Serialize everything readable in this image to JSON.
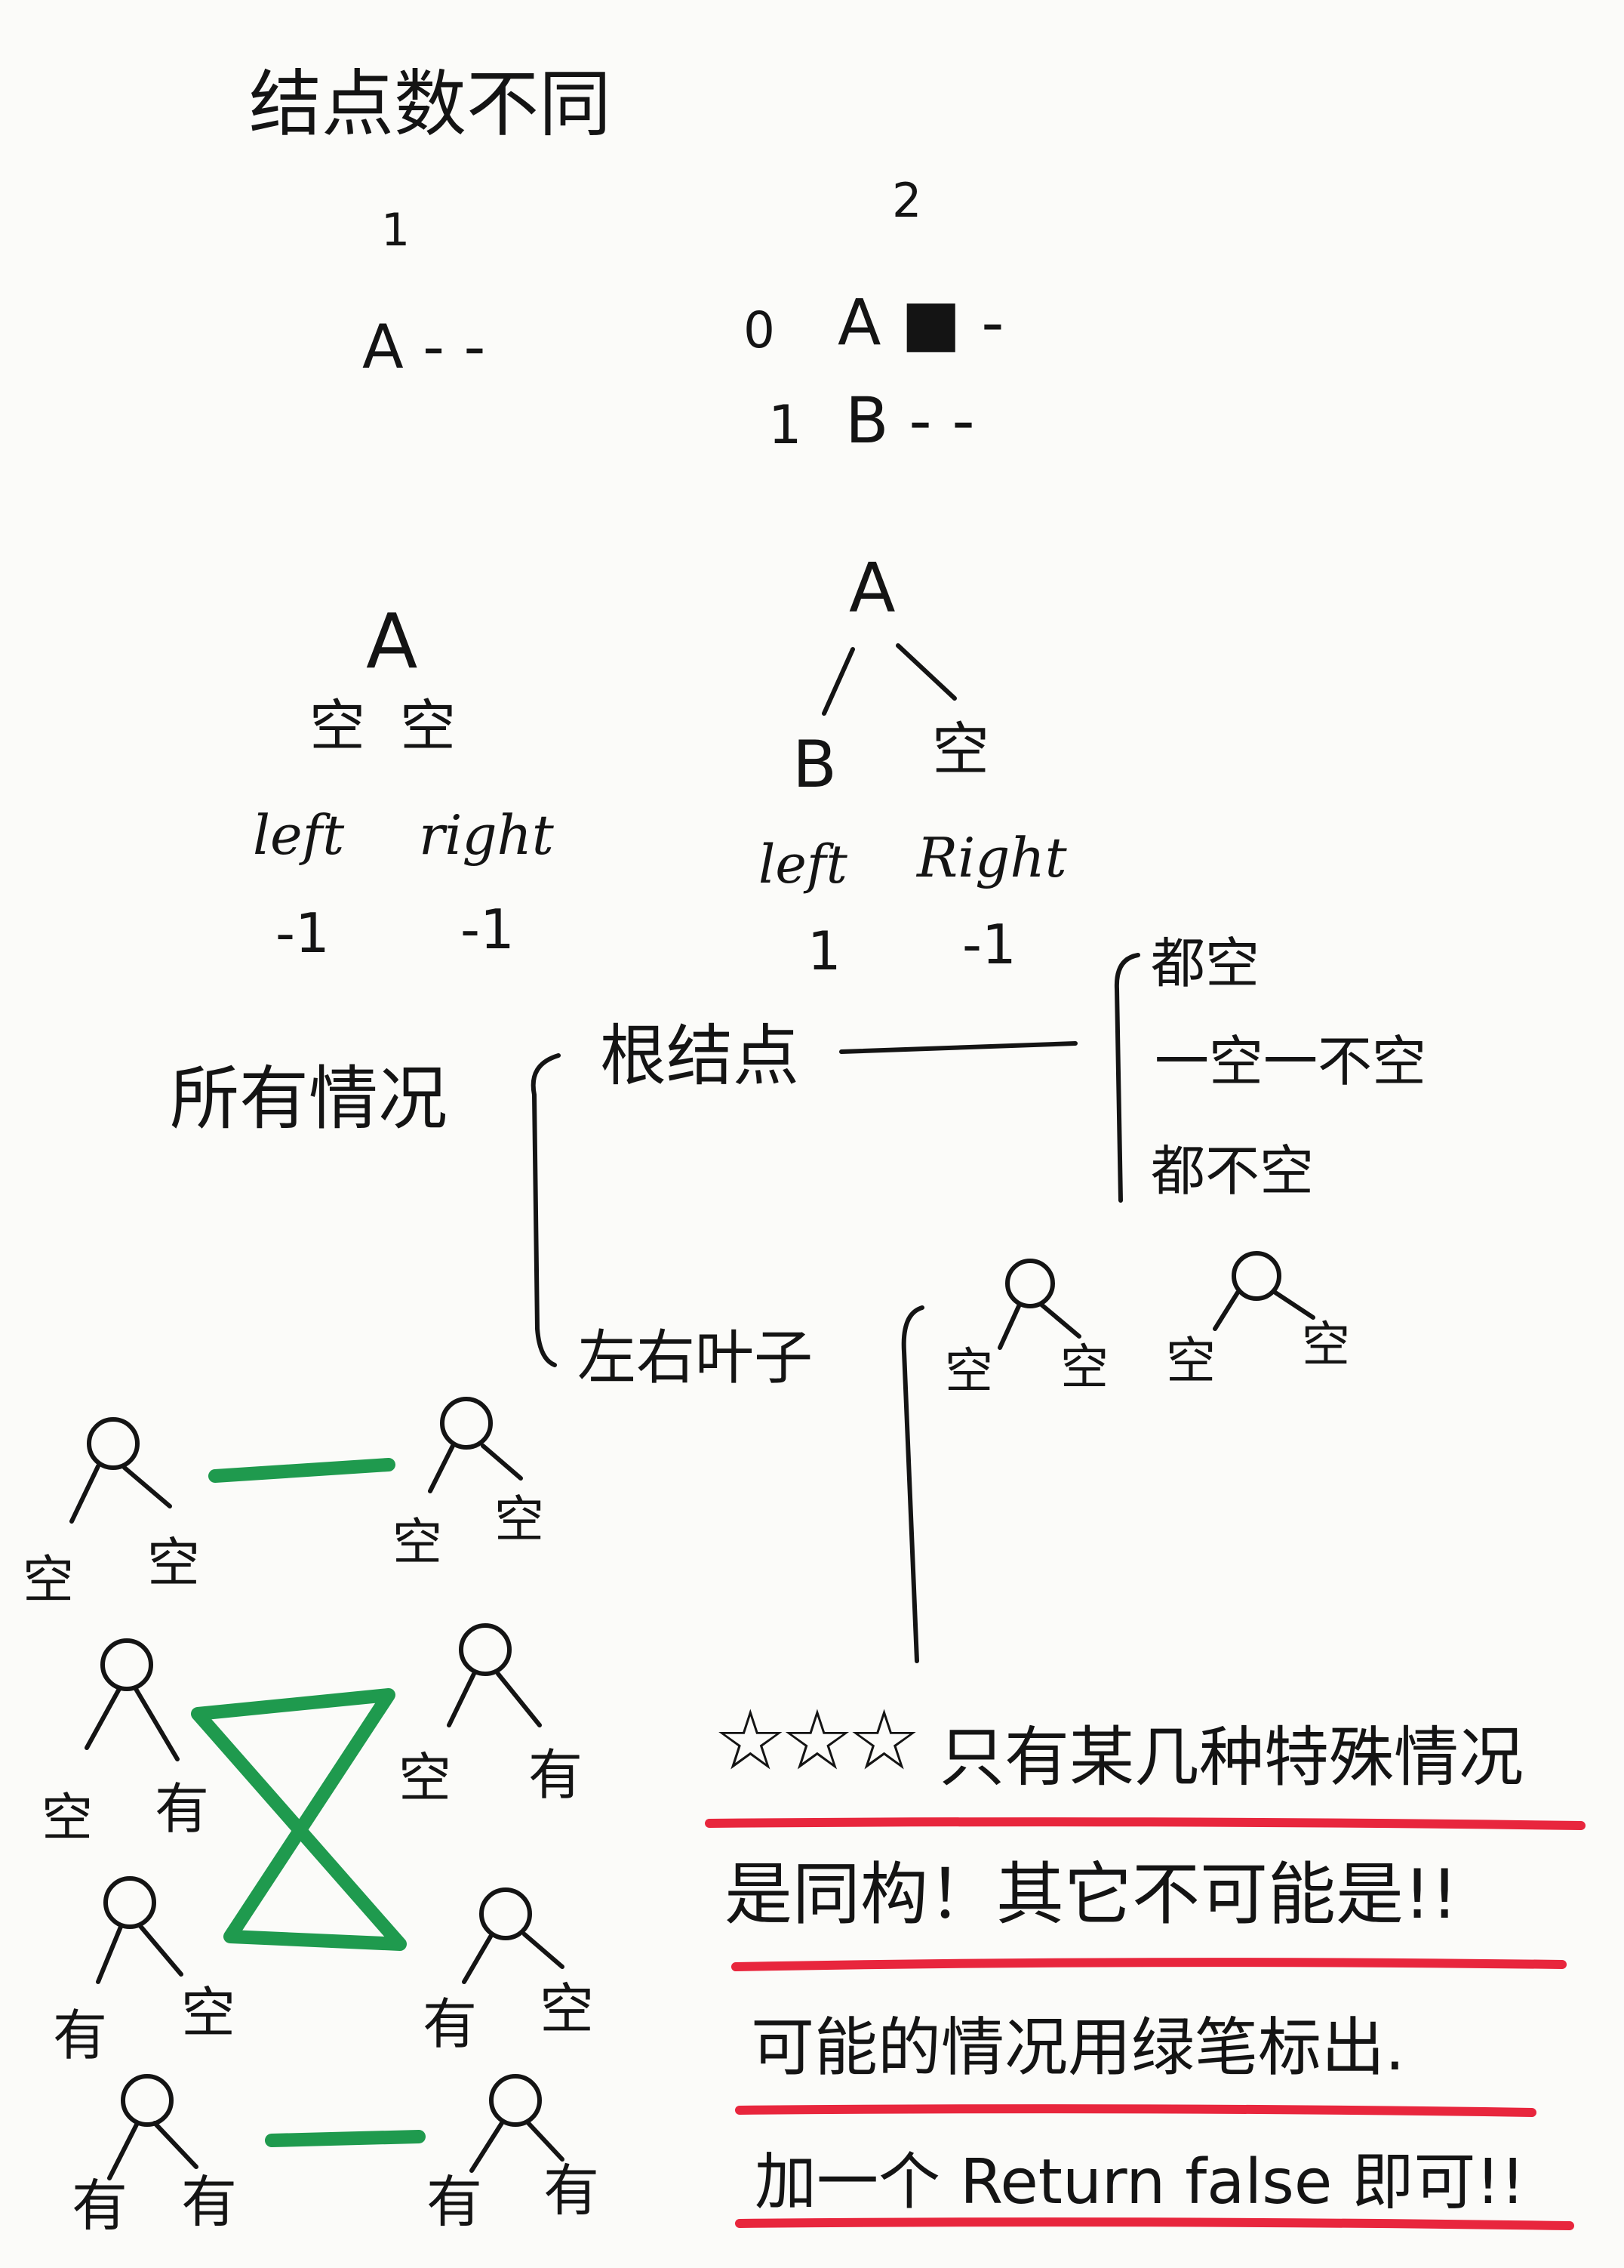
{
  "title": "结点数不同",
  "case1": {
    "number": "1",
    "row": "A - -",
    "root": "A",
    "left_child": "空",
    "right_child": "空",
    "left_label": "left",
    "right_label": "right",
    "left_value": "-1",
    "right_value": "-1"
  },
  "case2": {
    "number": "2",
    "rows": [
      {
        "index": "0",
        "text": "A ■ -"
      },
      {
        "index": "1",
        "text": "B - -"
      }
    ],
    "root": "A",
    "left_child": "B",
    "right_child": "空",
    "left_label": "left",
    "right_label": "Right",
    "left_value": "1",
    "right_value": "-1"
  },
  "all_cases": {
    "label": "所有情况",
    "root_node": {
      "label": "根结点",
      "options": [
        "都空",
        "一空一不空",
        "都不空"
      ]
    },
    "children": {
      "label": "左右叶子",
      "diagrams": [
        {
          "left": "空",
          "right": "空"
        },
        {
          "left": "空",
          "right": "空"
        }
      ]
    }
  },
  "pairs": [
    {
      "left": {
        "l": "空",
        "r": "空"
      },
      "right": {
        "l": "空",
        "r": "空"
      }
    },
    {
      "left": {
        "l": "空",
        "r": "有"
      },
      "right": {
        "l": "空",
        "r": "有"
      }
    },
    {
      "left": {
        "l": "有",
        "r": "空"
      },
      "right": {
        "l": "有",
        "r": "空"
      }
    },
    {
      "left": {
        "l": "有",
        "r": "有"
      },
      "right": {
        "l": "有",
        "r": "有"
      }
    }
  ],
  "note": {
    "stars": "☆☆☆",
    "lines": [
      "只有某几种特殊情况",
      "是同构！其它不可能是!!",
      "可能的情况用绿笔标出.",
      "加一个 Return false 即可!!"
    ]
  },
  "colors": {
    "ink": "#141414",
    "green": "#1f9a4e",
    "red": "#e8263d"
  }
}
